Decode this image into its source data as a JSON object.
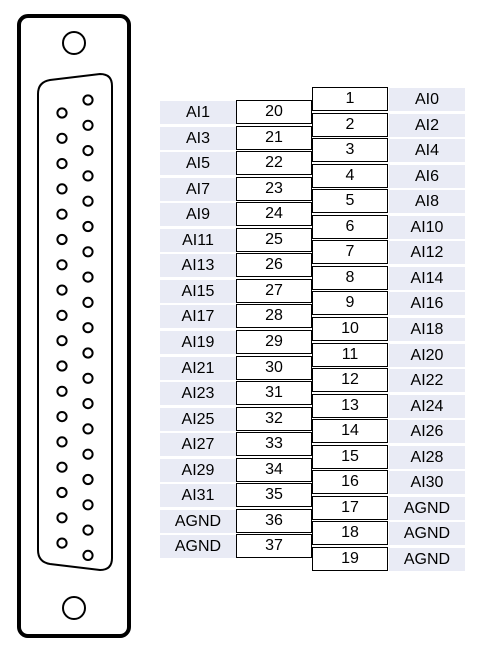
{
  "connector": {
    "shell_icon": "db37-shell-icon",
    "pin_count": 37,
    "mount_holes": 2
  },
  "left_column": {
    "pins": [
      "20",
      "21",
      "22",
      "23",
      "24",
      "25",
      "26",
      "27",
      "28",
      "29",
      "30",
      "31",
      "32",
      "33",
      "34",
      "35",
      "36",
      "37"
    ],
    "labels": [
      "AI1",
      "AI3",
      "AI5",
      "AI7",
      "AI9",
      "AI11",
      "AI13",
      "AI15",
      "AI17",
      "AI19",
      "AI21",
      "AI23",
      "AI25",
      "AI27",
      "AI29",
      "AI31",
      "AGND",
      "AGND"
    ]
  },
  "right_column": {
    "pins": [
      "1",
      "2",
      "3",
      "4",
      "5",
      "6",
      "7",
      "8",
      "9",
      "10",
      "11",
      "12",
      "13",
      "14",
      "15",
      "16",
      "17",
      "18",
      "19"
    ],
    "labels": [
      "AI0",
      "AI2",
      "AI4",
      "AI6",
      "AI8",
      "AI10",
      "AI12",
      "AI14",
      "AI16",
      "AI18",
      "AI20",
      "AI22",
      "AI24",
      "AI26",
      "AI28",
      "AI30",
      "AGND",
      "AGND",
      "AGND"
    ]
  },
  "colors": {
    "label_fill": "#e9ebf5",
    "outline": "#000000",
    "background": "#ffffff"
  }
}
